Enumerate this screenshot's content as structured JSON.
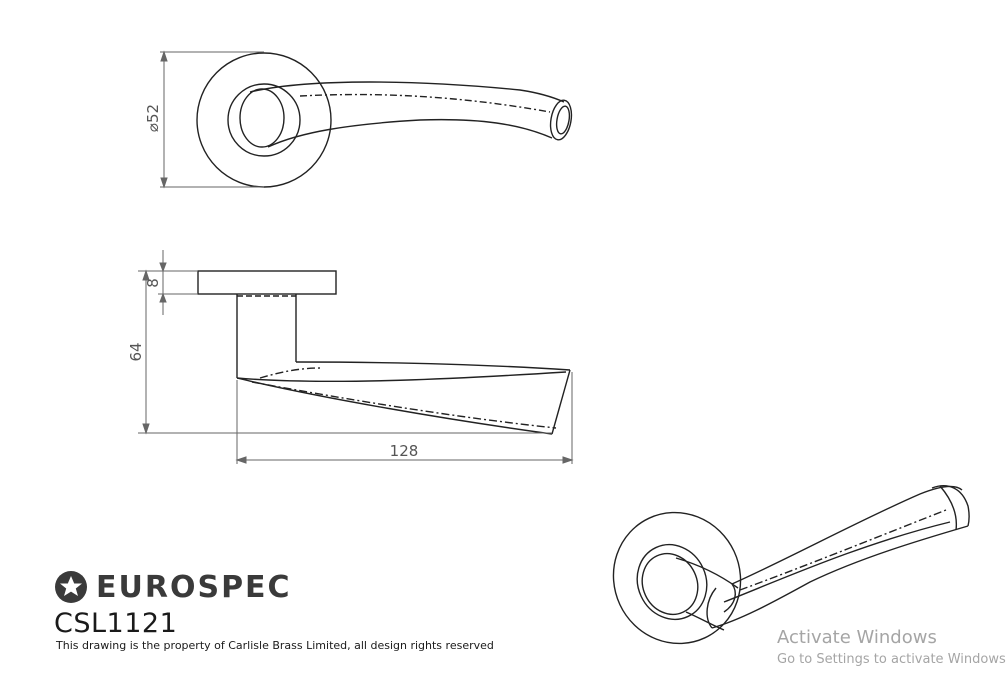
{
  "dimensions": {
    "rose_diameter": "⌀52",
    "rose_thickness": "8",
    "projection": "64",
    "lever_length": "128"
  },
  "brand": {
    "name": "EUROSPEC",
    "product_code": "CSL1121",
    "disclaimer": "This drawing is the property of Carlisle Brass Limited, all design rights reserved"
  },
  "watermark": {
    "title": "Activate Windows",
    "subtitle": "Go to Settings to activate Windows"
  },
  "colors": {
    "line": "#222222",
    "dimension": "#666666",
    "watermark": "#a5a5a5"
  }
}
